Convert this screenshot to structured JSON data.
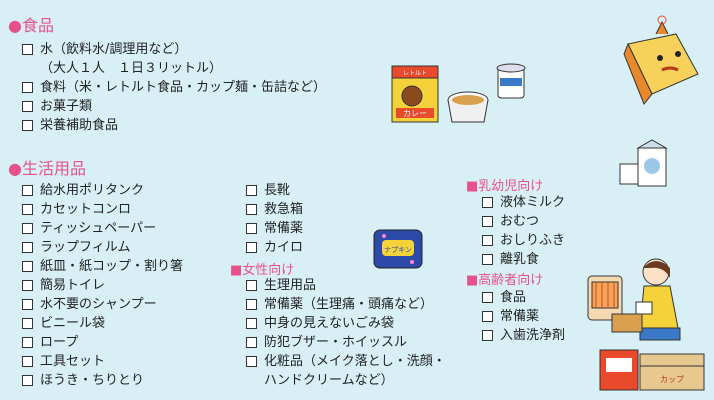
{
  "sections": {
    "food": {
      "title": "●食品",
      "items": [
        "水（飲料水/調理用など）",
        "（大人１人　１日３リットル）",
        "食料（米・レトルト食品・カップ麺・缶詰など）",
        "お菓子類",
        "栄養補助食品"
      ]
    },
    "daily": {
      "title": "●生活用品",
      "col1": [
        "給水用ポリタンク",
        "カセットコンロ",
        "ティッシュペーパー",
        "ラップフィルム",
        "紙皿・紙コップ・割り箸",
        "簡易トイレ",
        "水不要のシャンプー",
        "ビニール袋",
        "ロープ",
        "工具セット",
        "ほうき・ちりとり"
      ],
      "col2": [
        "長靴",
        "救急箱",
        "常備薬",
        "カイロ"
      ]
    },
    "women": {
      "title": "■女性向け",
      "items": [
        "生理用品",
        "常備薬（生理痛・頭痛など）",
        "中身の見えないごみ袋",
        "防犯ブザー・ホイッスル",
        "化粧品（メイク落とし・洗顔・",
        "ハンドクリームなど）"
      ]
    },
    "infant": {
      "title": "■乳幼児向け",
      "items": [
        "液体ミルク",
        "おむつ",
        "おしりふき",
        "離乳食"
      ]
    },
    "elderly": {
      "title": "■高齢者向け",
      "items": [
        "食品",
        "常備薬",
        "入歯洗浄剤"
      ]
    }
  },
  "illustrations": {
    "curry_box_label": "カレー",
    "curry_box_top": "レトルト",
    "pad_label": "ナプキン",
    "box_label": "カップ"
  },
  "colors": {
    "background": "#d8f0f5",
    "heading": "#e8508c"
  }
}
